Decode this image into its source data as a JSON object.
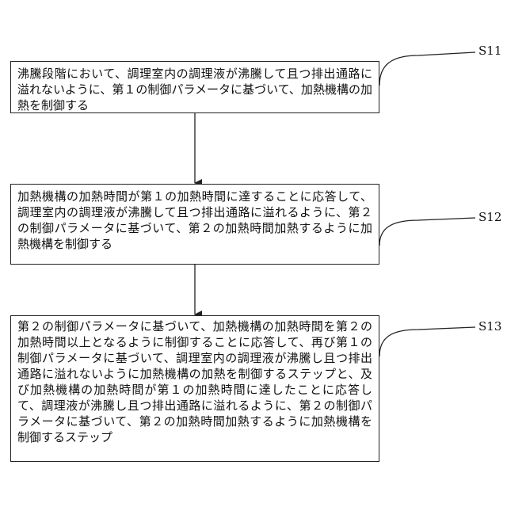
{
  "steps": [
    {
      "id": "S11",
      "label": "S11",
      "text": "沸騰段階において、調理室内の調理液が沸騰して且つ排出通路に溢れないように、第１の制御パラメータに基づいて、加熱機構の加熱を制御する"
    },
    {
      "id": "S12",
      "label": "S12",
      "text": "加熱機構の加熱時間が第１の加熱時間に達することに応答して、調理室内の調理液が沸騰して且つ排出通路に溢れるように、第２の制御パラメータに基づいて、第２の加熱時間加熱するように加熱機構を制御する"
    },
    {
      "id": "S13",
      "label": "S13",
      "text": "第２の制御パラメータに基づいて、加熱機構の加熱時間を第２の加熱時間以上となるように制御することに応答して、再び第１の制御パラメータに基づいて、調理室内の調理液が沸騰し且つ排出通路に溢れないように加熱機構の加熱を制御するステップと、及び加熱機構の加熱時間が第１の加熱時間に達したことに応答して、調理液が沸騰し且つ排出通路に溢れるように、第２の制御パラメータに基づいて、第２の加熱時間加熱するように加熱機構を制御するステップ"
    }
  ],
  "colors": {
    "line": "#222222",
    "text": "#111111",
    "background": "#ffffff"
  }
}
